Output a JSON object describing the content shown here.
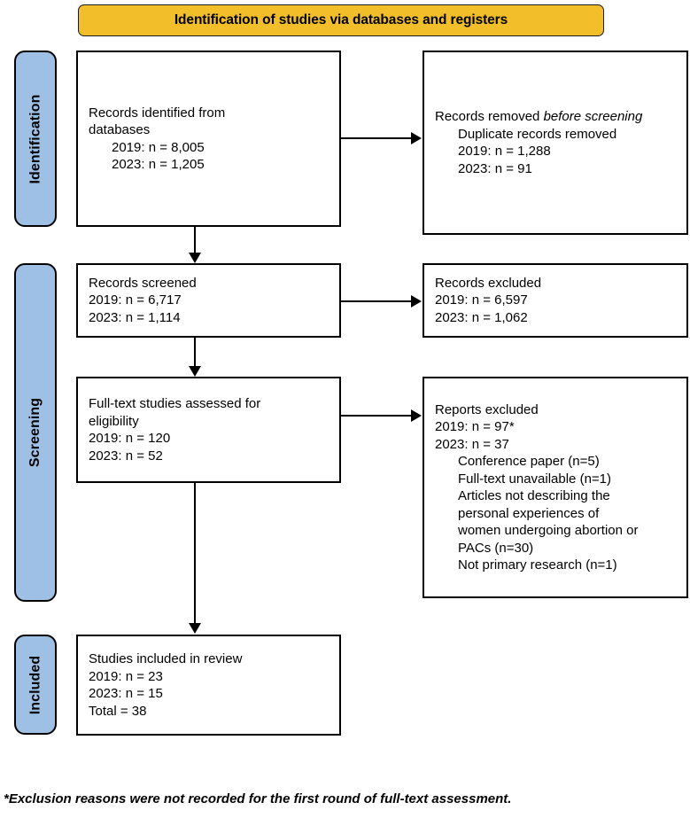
{
  "banner": {
    "title": "Identification of studies via databases and registers",
    "background_color": "#F2BF2B"
  },
  "stages": {
    "background_color": "#9FC0E5",
    "items": [
      {
        "id": "identification",
        "label": "Identification"
      },
      {
        "id": "screening",
        "label": "Screening"
      },
      {
        "id": "included",
        "label": "Included"
      }
    ]
  },
  "boxes": {
    "identified": {
      "title_line1": "Records identified from",
      "title_line2": "databases",
      "row_2019": "2019: n = 8,005",
      "row_2023": "2023: n = 1,205"
    },
    "removed": {
      "title_part1": "Records removed ",
      "title_italic": "before screening",
      "sub_label": "Duplicate records removed",
      "row_2019": "2019: n = 1,288",
      "row_2023": "2023: n = 91"
    },
    "screened": {
      "title": "Records screened",
      "row_2019": "2019: n = 6,717",
      "row_2023": "2023: n = 1,114"
    },
    "records_excluded": {
      "title": "Records excluded",
      "row_2019": "2019: n = 6,597",
      "row_2023": "2023: n = 1,062"
    },
    "fulltext": {
      "title_line1": "Full-text studies assessed for",
      "title_line2": "eligibility",
      "row_2019": "2019: n = 120",
      "row_2023": "2023: n = 52"
    },
    "reports_excluded": {
      "title": "Reports excluded",
      "row_2019": "2019: n = 97*",
      "row_2023": "2023: n = 37",
      "reasons": [
        "Conference paper (n=5)",
        "Full-text unavailable (n=1)",
        "Articles not describing the",
        "personal experiences of",
        "women undergoing abortion or",
        "PACs (n=30)",
        "Not primary research (n=1)"
      ]
    },
    "included": {
      "title": "Studies included in review",
      "row_2019": "2019: n = 23",
      "row_2023": "2023: n = 15",
      "row_total": "Total = 38"
    }
  },
  "footnote": {
    "text": "*Exclusion reasons were not recorded for the first round of full-text assessment."
  }
}
